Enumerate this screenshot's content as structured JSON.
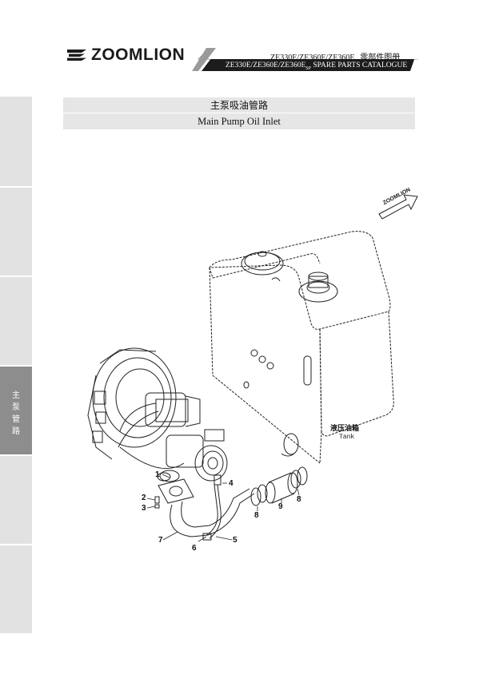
{
  "header": {
    "brand": "ZOOMLION",
    "model_cn": "ZE330E/ZE360E/ZE360E",
    "model_cn_sub": "SP",
    "model_cn_suffix": "零部件图册",
    "model_en": "ZE330E/ZE360E/ZE360E",
    "model_en_sub": "SP",
    "model_en_suffix": " SPARE PARTS CATALOGUE"
  },
  "sidebar": {
    "active_label": [
      "主",
      "泵",
      "管",
      "路"
    ]
  },
  "title": {
    "cn": "主泵吸油管路",
    "en": "Main Pump Oil Inlet"
  },
  "diagram": {
    "tank_label_cn": "液压油箱",
    "tank_label_en": "Tank",
    "arrow_label": "ZOOMLION",
    "callouts": [
      "1",
      "2",
      "3",
      "4",
      "5",
      "6",
      "7",
      "8",
      "8",
      "9"
    ]
  },
  "colors": {
    "header_band": "#1c1c1c",
    "header_band_light": "#9a9a9a",
    "sidebar": "#e2e2e2",
    "sidebar_active": "#8d8d8d",
    "title_box": "#e6e6e6"
  }
}
